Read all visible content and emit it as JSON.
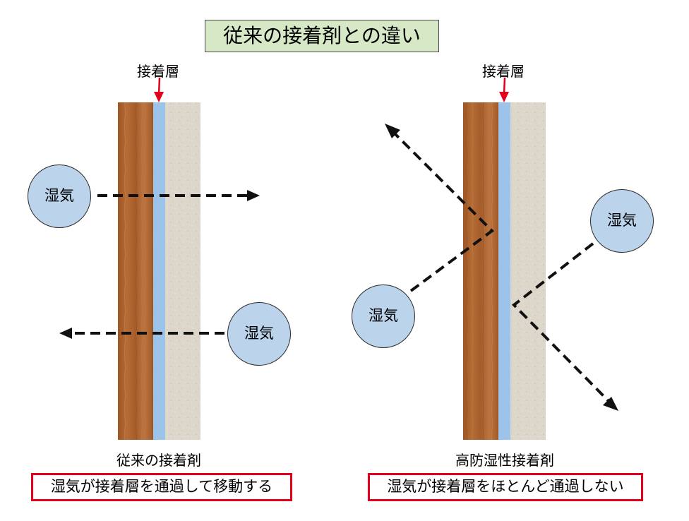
{
  "title": "従来の接着剤との違い",
  "left": {
    "layer_label": "接着層",
    "moisture_top": "湿気",
    "moisture_bottom": "湿気",
    "caption": "従来の接着剤",
    "description": "湿気が接着層を通過して移動する"
  },
  "right": {
    "layer_label": "接着層",
    "moisture_right": "湿気",
    "moisture_left": "湿気",
    "caption": "高防湿性接着剤",
    "description": "湿気が接着層をほとんど通過しない"
  },
  "colors": {
    "wood": "#b36a34",
    "adhesive": "#9cc3ea",
    "board": "#ddd6ca",
    "bubble": "#bcd3ec",
    "pointer": "#e3001b",
    "box_border": "#e3001b",
    "title_bg": "#d6e8c6"
  }
}
